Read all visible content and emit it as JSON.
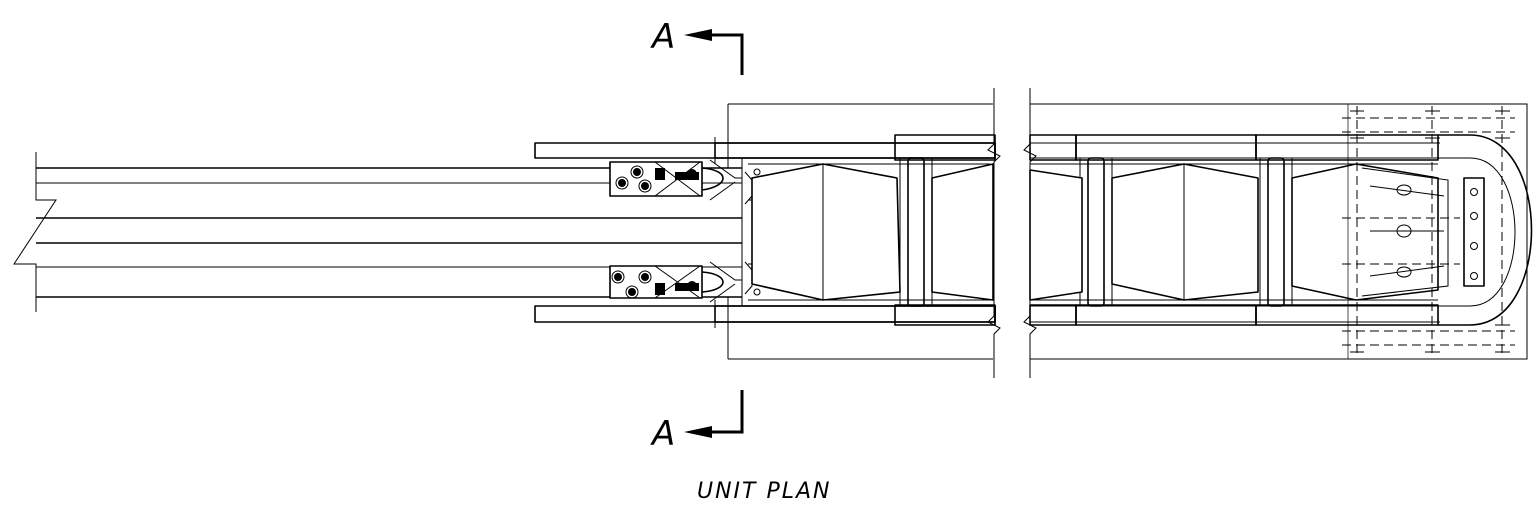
{
  "labels": {
    "section_top": "A",
    "section_bottom": "A",
    "title": "UNIT PLAN"
  },
  "colors": {
    "line": "#000000",
    "background": "#ffffff"
  }
}
